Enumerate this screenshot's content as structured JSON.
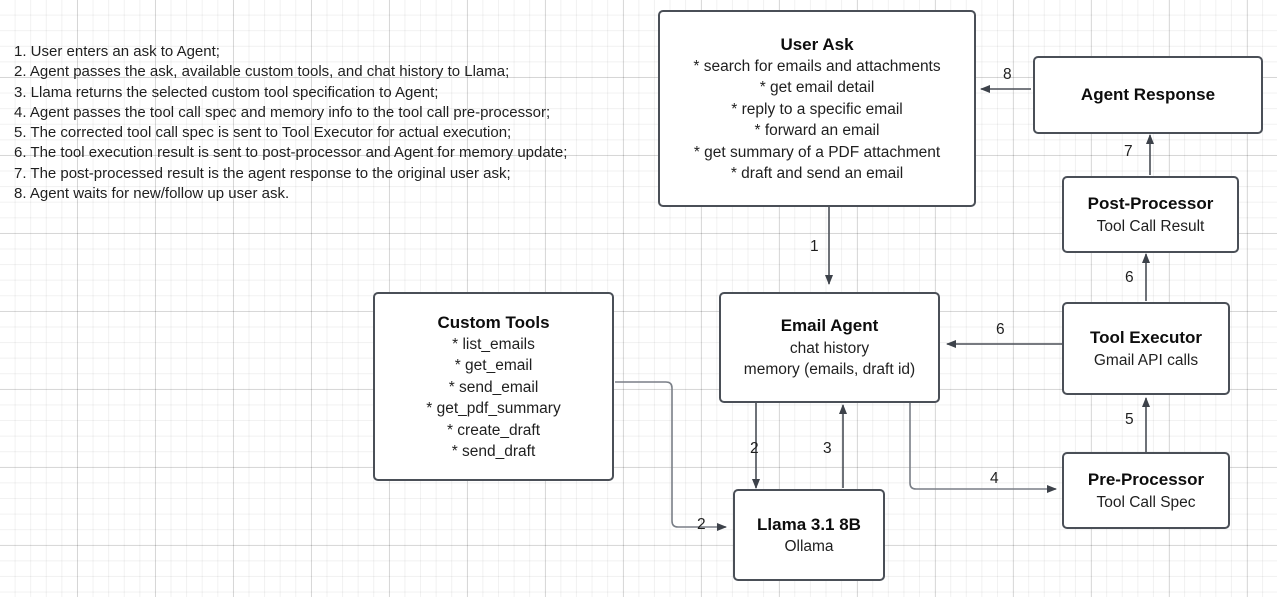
{
  "legend": {
    "name": "process-steps",
    "steps": [
      "1. User enters an ask to Agent;",
      "2. Agent passes the ask, available custom tools, and chat history to Llama;",
      "3. Llama returns the selected custom tool specification to Agent;",
      "4. Agent passes the tool call spec and memory info to the tool call pre-processor;",
      "5. The corrected tool call spec is sent to Tool Executor for actual execution;",
      "6. The tool execution result is sent to post-processor and Agent for memory update;",
      "7. The post-processed result is the agent response to the original user ask;",
      "8. Agent waits for new/follow up user ask."
    ]
  },
  "nodes": {
    "user_ask": {
      "title": "User Ask",
      "bullets": [
        "* search for emails and attachments",
        "* get email detail",
        "* reply to a specific email",
        "* forward an email",
        "* get summary of a PDF attachment",
        "* draft and send an email"
      ]
    },
    "agent_response": {
      "title": "Agent Response",
      "sub": ""
    },
    "post_processor": {
      "title": "Post-Processor",
      "sub": "Tool Call Result"
    },
    "tool_executor": {
      "title": "Tool Executor",
      "sub": "Gmail API calls"
    },
    "pre_processor": {
      "title": "Pre-Processor",
      "sub": "Tool Call Spec"
    },
    "email_agent": {
      "title": "Email Agent",
      "sub1": "chat history",
      "sub2": "memory (emails, draft id)"
    },
    "custom_tools": {
      "title": "Custom Tools",
      "bullets": [
        "* list_emails",
        "* get_email",
        "* send_email",
        "* get_pdf_summary",
        "* create_draft",
        "* send_draft"
      ]
    },
    "llama": {
      "title": "Llama 3.1 8B",
      "sub": "Ollama"
    }
  },
  "edges": {
    "e1": "1",
    "e2_agent_llama": "2",
    "e2_tools_llama": "2",
    "e3": "3",
    "e4": "4",
    "e5": "5",
    "e6_exec_agent": "6",
    "e6_exec_post": "6",
    "e7": "7",
    "e8": "8"
  },
  "colors": {
    "stroke": "#4a4f57",
    "arrow": "#4a4f57",
    "box_fill": "#ffffff",
    "text": "#1f1f1f",
    "grid": "#e8e8e8"
  }
}
